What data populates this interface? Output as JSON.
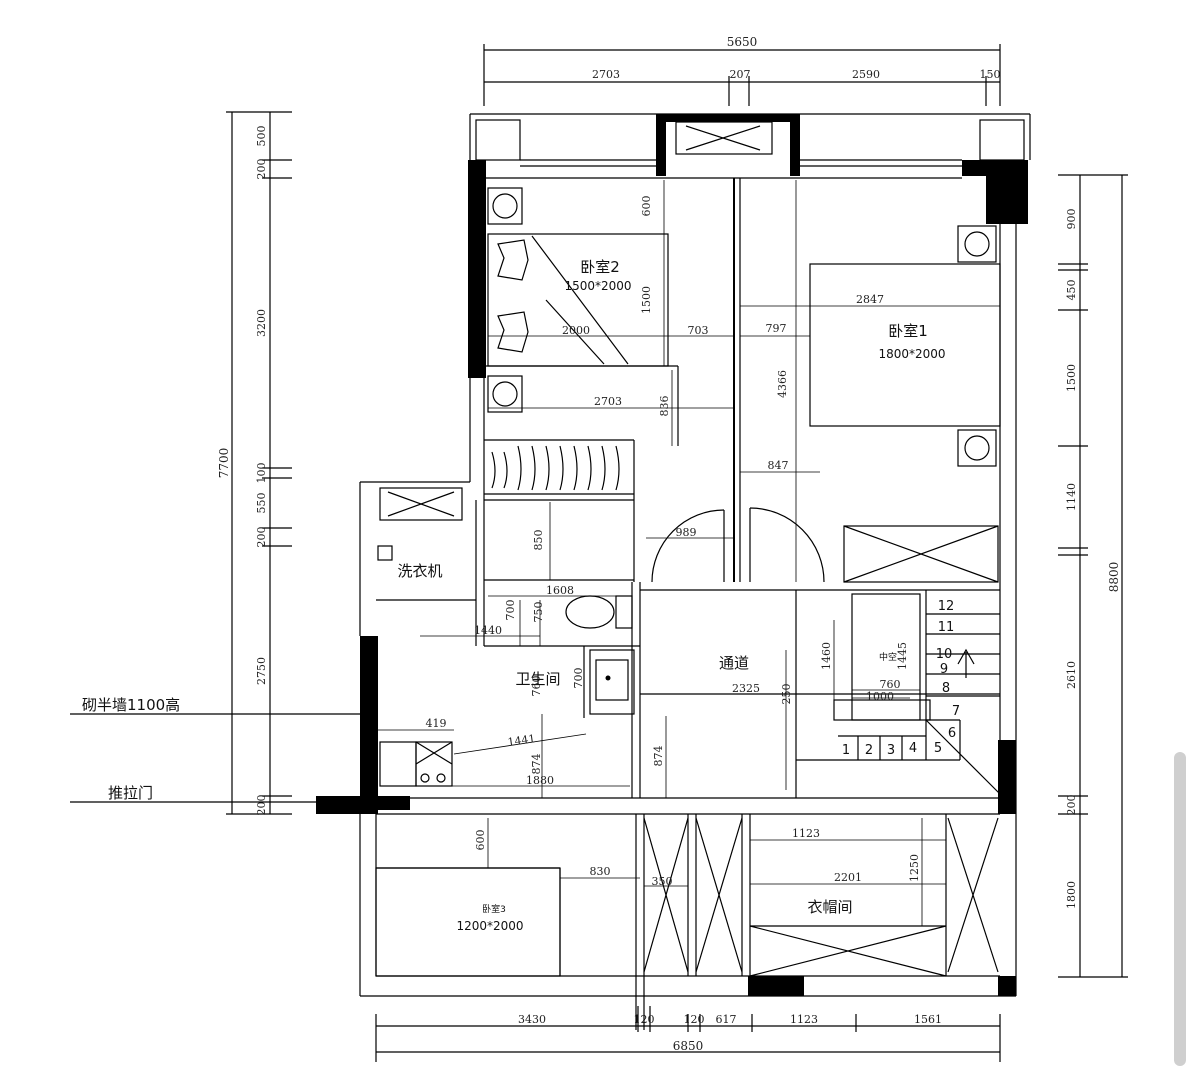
{
  "rooms": {
    "bedroom2": {
      "name": "卧室2",
      "bed": "1500*2000"
    },
    "bedroom1": {
      "name": "卧室1",
      "bed": "1800*2000"
    },
    "bedroom3": {
      "name": "卧室3",
      "bed": "1200*2000"
    },
    "laundry": "洗衣机",
    "bathroom": "卫生间",
    "corridor": "通道",
    "void": "中空",
    "cloakroom": "衣帽间"
  },
  "notes": {
    "half_wall": "砌半墙1100高",
    "sliding_door": "推拉门"
  },
  "dims_top": {
    "total": "5650",
    "a": "2703",
    "b": "207",
    "c": "2590",
    "d": "150"
  },
  "dims_bottom": {
    "total": "6850",
    "a": "3430",
    "b": "120",
    "c": "120",
    "d": "617",
    "e": "1123",
    "f": "1561"
  },
  "dims_left": {
    "total": "7700",
    "a": "500",
    "b": "200",
    "c": "3200",
    "d": "100",
    "e": "550",
    "f": "200",
    "g": "2750",
    "h": "200"
  },
  "dims_right": {
    "total": "8800",
    "a": "900",
    "b": "450",
    "c": "1500",
    "d": "1140",
    "e": "2610",
    "f": "200",
    "g": "1800"
  },
  "dims_inner": {
    "d600a": "600",
    "d1500": "1500",
    "d2000": "2000",
    "d703": "703",
    "d797": "797",
    "d2847": "2847",
    "d4366": "4366",
    "d2703": "2703",
    "d836": "836",
    "d847": "847",
    "d989": "989",
    "d850": "850",
    "d1608": "1608",
    "d700a": "700",
    "d750": "750",
    "d1440": "1440",
    "d700b": "700",
    "d760a": "760",
    "d2325": "2325",
    "d250": "250",
    "d1460": "1460",
    "d1445": "1445",
    "d760b": "760",
    "d1000": "1000",
    "d419": "419",
    "d1441": "1441",
    "d874a": "874",
    "d874b": "874",
    "d1880": "1880",
    "d600b": "600",
    "d830": "830",
    "d350": "350",
    "d1123": "1123",
    "d2201": "2201",
    "d1250": "1250"
  },
  "stair_steps": [
    "1",
    "2",
    "3",
    "4",
    "5",
    "6",
    "7",
    "8",
    "9",
    "10",
    "11",
    "12"
  ]
}
